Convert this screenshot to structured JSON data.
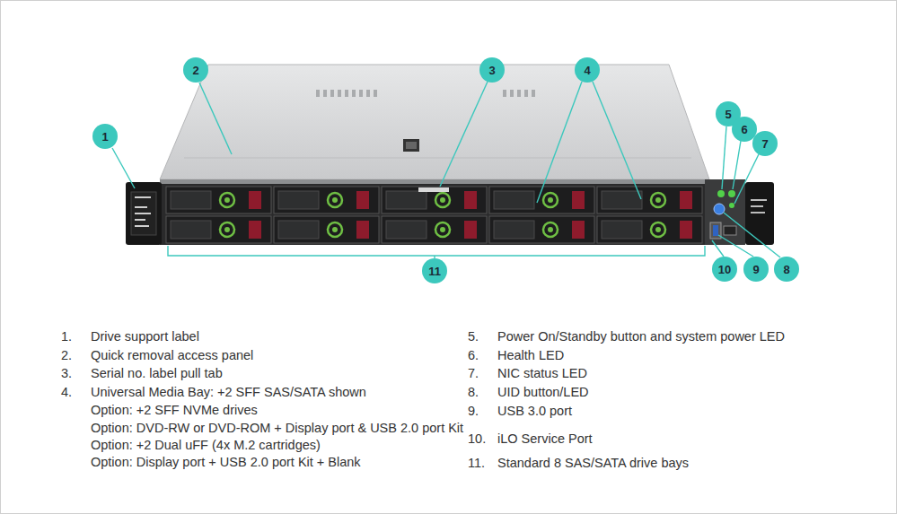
{
  "diagram": {
    "nodes": [
      {
        "text": [
          "1"
        ]
      },
      {
        "text": [
          "2"
        ]
      },
      {
        "text": [
          "3"
        ]
      },
      {
        "text": [
          "4"
        ]
      },
      {
        "text": [
          "5"
        ]
      },
      {
        "text": [
          "6"
        ]
      },
      {
        "text": [
          "7"
        ]
      },
      {
        "text": [
          "8"
        ]
      },
      {
        "text": [
          "9"
        ]
      },
      {
        "text": [
          "10"
        ]
      },
      {
        "text": [
          "11"
        ]
      }
    ],
    "labels": [
      "1.",
      "Drive support label",
      "2.",
      "Quick removal access panel",
      "3.",
      "Serial no. label pull tab",
      "4.",
      "Universal Media Bay: +2 SFF SAS/SATA shown",
      "Option: +2 SFF NVMe drives",
      "Option: DVD-RW or DVD-ROM + Display port & USB 2.0 port Kit",
      "Option: +2 Dual uFF (4x M.2 cartridges)",
      "Option: Display port + USB 2.0 port Kit + Blank",
      "5.",
      "Power On/Standby button and system power LED",
      "6.",
      "Health LED",
      "7.",
      "NIC status LED",
      "8.",
      "UID button/LED",
      "9.",
      "USB 3.0 port",
      "10.",
      "iLO Service Port",
      "11.",
      "Standard 8 SAS/SATA drive bays"
    ]
  }
}
